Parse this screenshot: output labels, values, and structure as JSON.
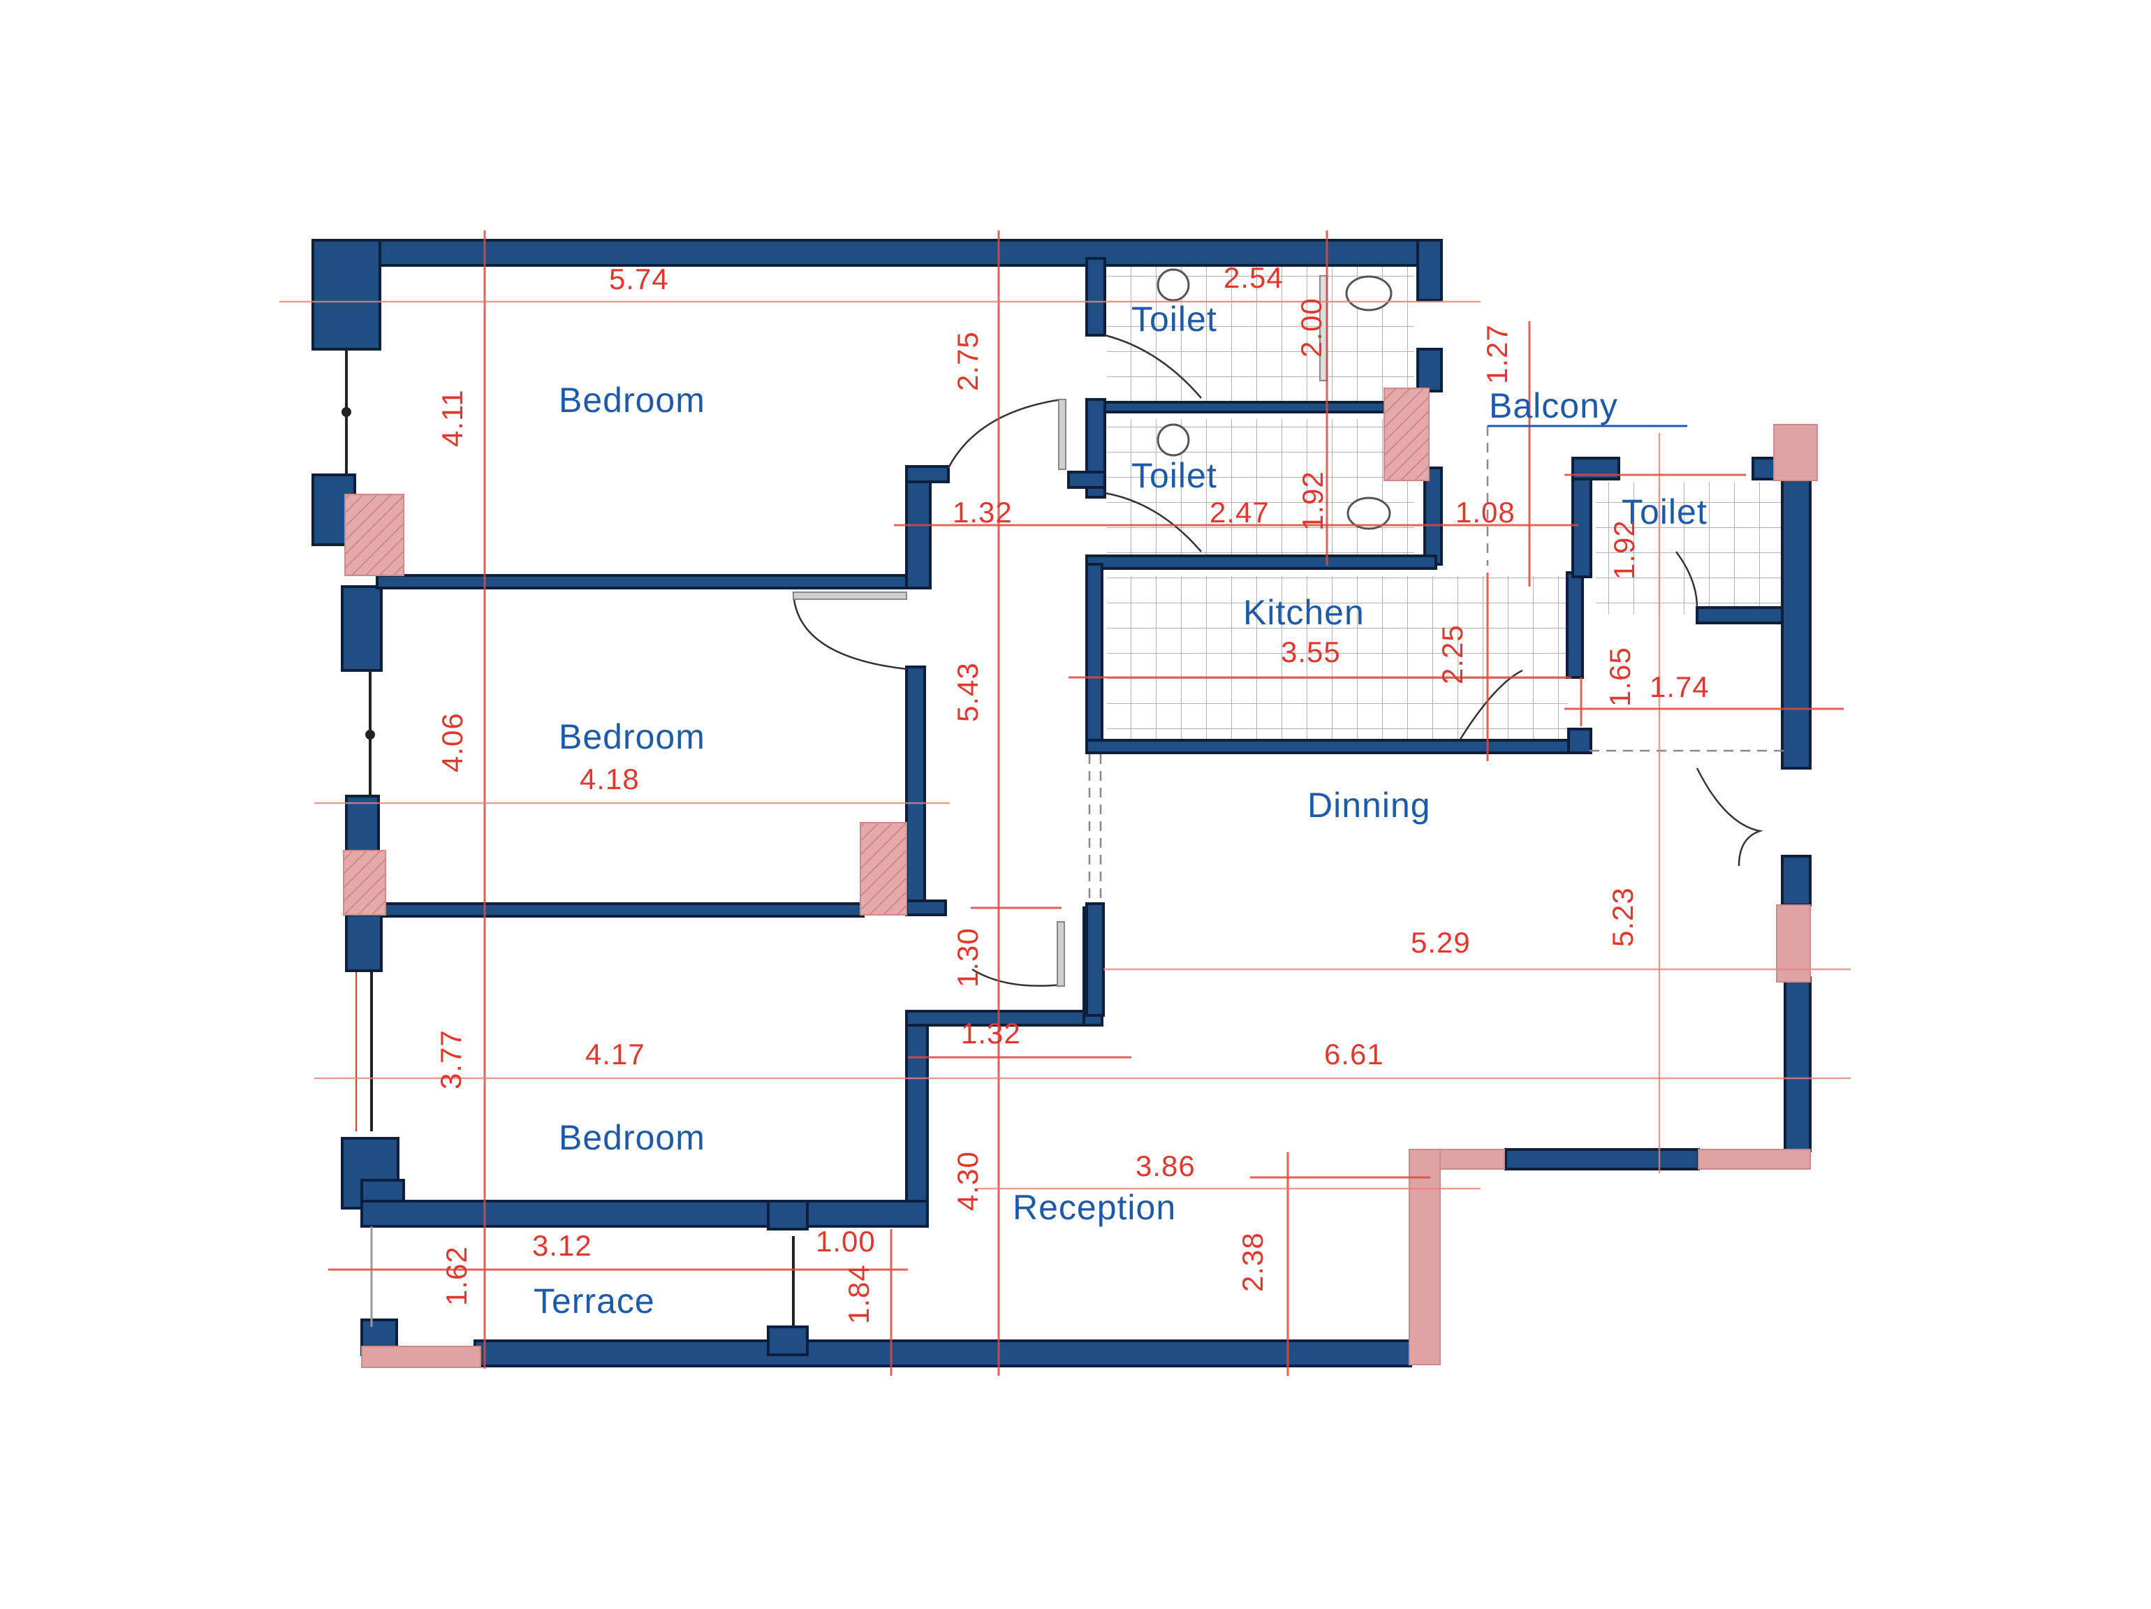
{
  "plan": {
    "title": "Apartment Floor Plan",
    "colors": {
      "wall": "#1f4e85",
      "wall_outline": "#0d1f3a",
      "column_hatch": "#e0a3a3",
      "dimension": "#e0382c",
      "room_label": "#1f5aa8",
      "background": "#ffffff"
    },
    "rooms": [
      {
        "id": "bedroom-1",
        "label": "Bedroom"
      },
      {
        "id": "bedroom-2",
        "label": "Bedroom"
      },
      {
        "id": "bedroom-3",
        "label": "Bedroom"
      },
      {
        "id": "toilet-1",
        "label": "Toilet"
      },
      {
        "id": "toilet-2",
        "label": "Toilet"
      },
      {
        "id": "toilet-3",
        "label": "Toilet"
      },
      {
        "id": "balcony",
        "label": "Balcony"
      },
      {
        "id": "kitchen",
        "label": "Kitchen"
      },
      {
        "id": "dining",
        "label": "Dinning"
      },
      {
        "id": "reception",
        "label": "Reception"
      },
      {
        "id": "terrace",
        "label": "Terrace"
      }
    ],
    "dimensions": {
      "bedroom1_width": "5.74",
      "bedroom1_height": "4.11",
      "corridor_upper_height": "2.75",
      "toilet1_width": "2.54",
      "toilet1_height": "2.00",
      "balcony_height": "1.27",
      "corridor_upper_width": "1.32",
      "toilet2_width": "2.47",
      "toilet2_height": "1.92",
      "balcony_width": "1.08",
      "toilet3_height": "1.92",
      "kitchen_width": "3.55",
      "kitchen_height": "2.25",
      "service_height": "1.65",
      "service_width": "1.74",
      "bedroom2_height": "4.06",
      "bedroom2_width": "4.18",
      "corridor_height": "5.43",
      "dining_height": "5.23",
      "dining_width": "5.29",
      "corridor_lower_height": "1.30",
      "corridor_lower_width": "1.32",
      "bedroom3_height": "3.77",
      "bedroom3_width": "4.17",
      "living_width": "6.61",
      "reception_depth": "4.30",
      "reception_width": "3.86",
      "reception_height": "2.38",
      "terrace_height": "1.62",
      "terrace_width": "3.12",
      "entry_width": "1.00",
      "entry_height": "1.84"
    }
  }
}
